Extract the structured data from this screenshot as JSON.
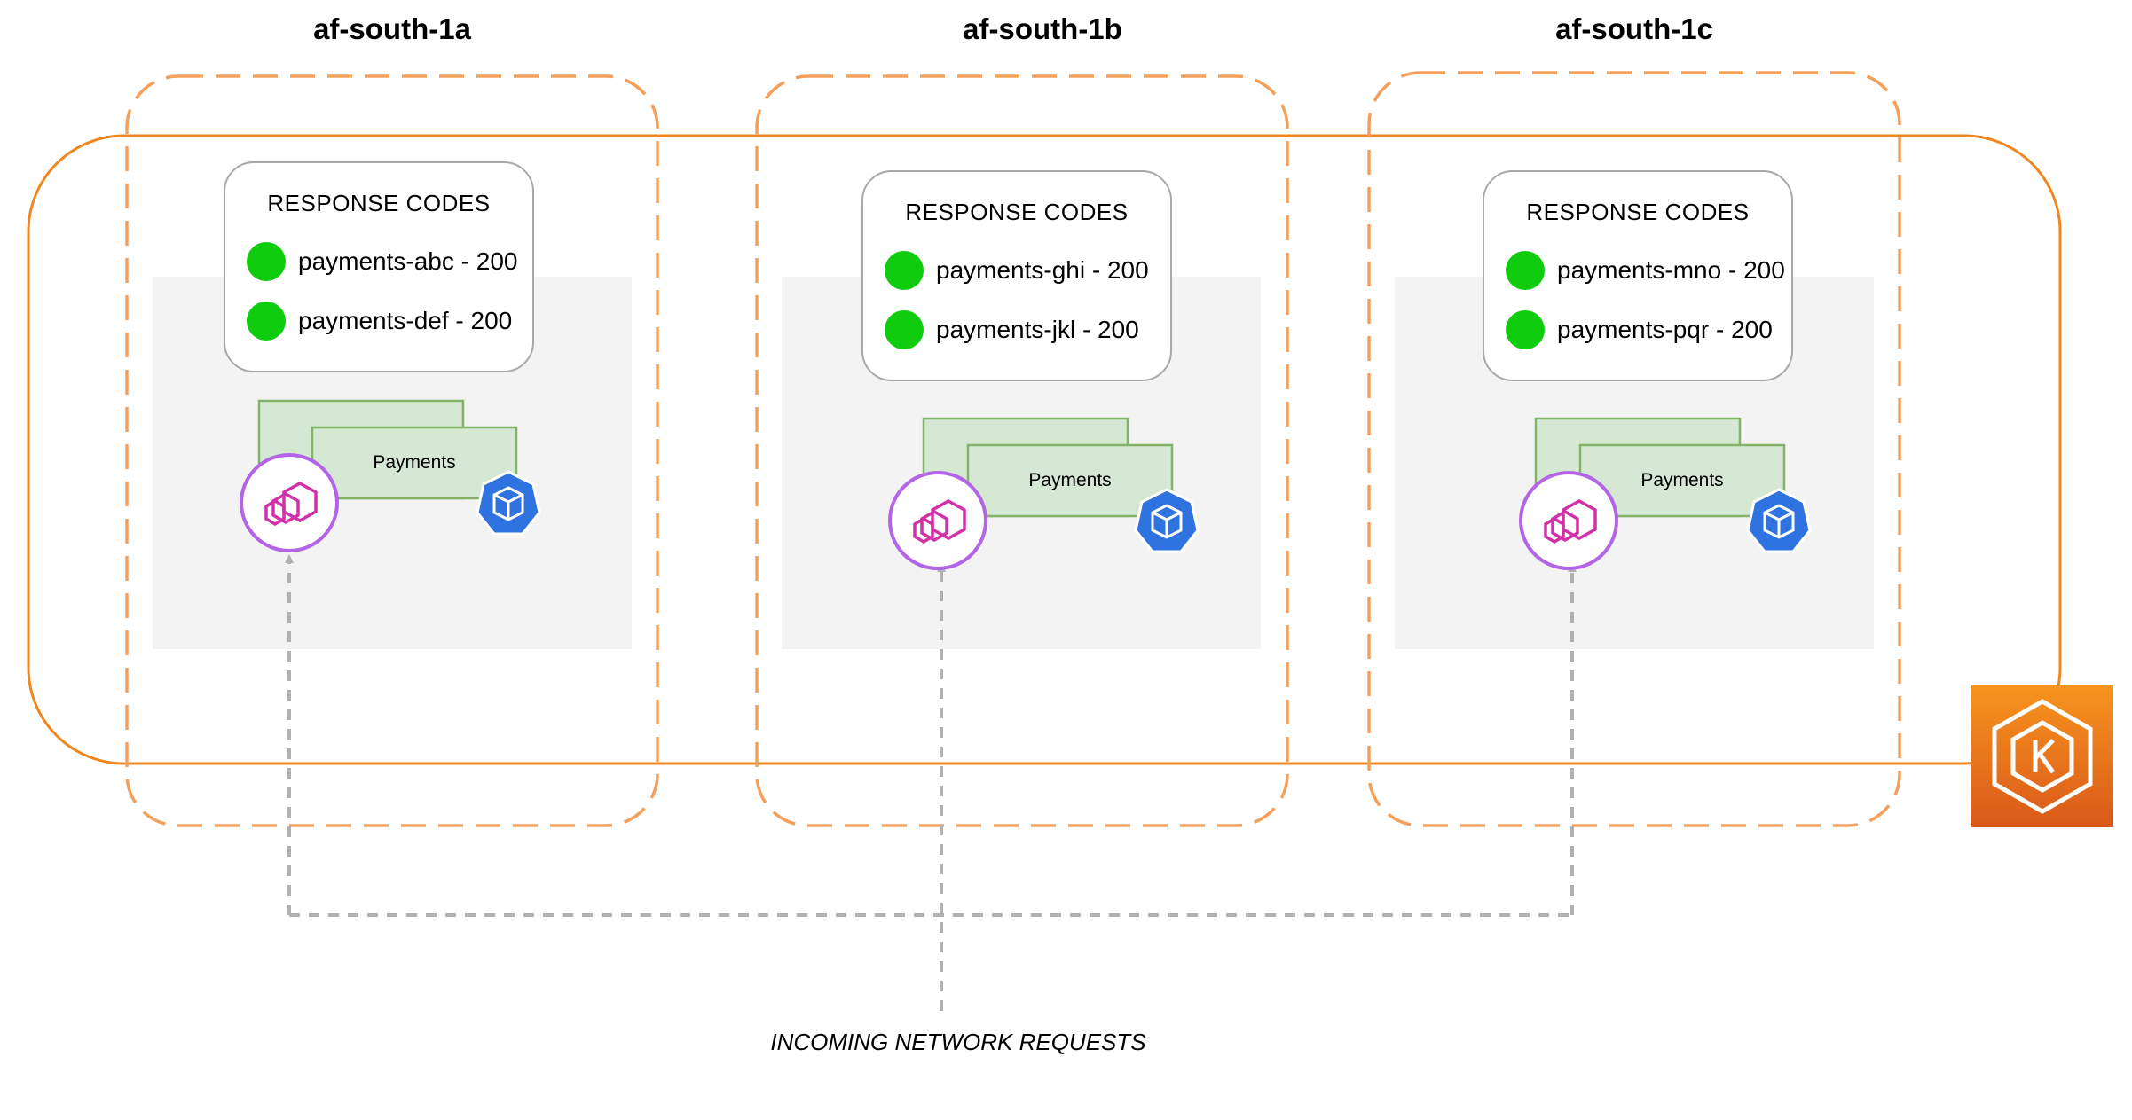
{
  "zones": [
    {
      "name": "af-south-1a",
      "codes_title": "RESPONSE CODES",
      "codes": [
        {
          "label": "payments-abc - 200",
          "status": "ok"
        },
        {
          "label": "payments-def - 200",
          "status": "ok"
        }
      ],
      "workload_label": "Payments"
    },
    {
      "name": "af-south-1b",
      "codes_title": "RESPONSE CODES",
      "codes": [
        {
          "label": "payments-ghi - 200",
          "status": "ok"
        },
        {
          "label": "payments-jkl - 200",
          "status": "ok"
        }
      ],
      "workload_label": "Payments"
    },
    {
      "name": "af-south-1c",
      "codes_title": "RESPONSE CODES",
      "codes": [
        {
          "label": "payments-mno - 200",
          "status": "ok"
        },
        {
          "label": "payments-pqr - 200",
          "status": "ok"
        }
      ],
      "workload_label": "Payments"
    }
  ],
  "footer_label": "INCOMING NETWORK REQUESTS",
  "colors": {
    "cluster_border": "#f0861f",
    "zone_border": "#f5a05a",
    "status_ok": "#0fcc0f",
    "pod_fill": "#d5e8d4",
    "pod_border": "#82b366",
    "envoy": "#b365e6",
    "envoy_glyph": "#d030a8",
    "kubernetes": "#2f73e0",
    "eks": "#e8781a",
    "arrow": "#b0b0b0"
  },
  "icons": [
    "app-mesh-envoy-icon",
    "kubernetes-pod-icon",
    "amazon-eks-icon"
  ]
}
